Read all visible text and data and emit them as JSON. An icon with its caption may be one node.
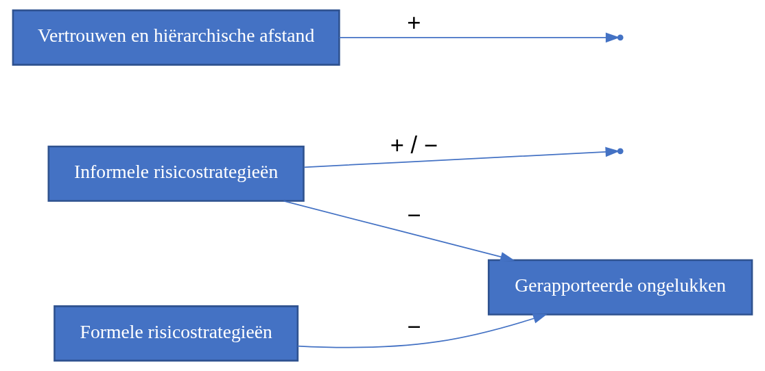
{
  "diagram": {
    "nodes": [
      {
        "text": [
          "Informele risicostrategieën"
        ]
      },
      {
        "text": [
          "Vertrouwen en hiërarchische afstand"
        ]
      },
      {
        "text": [
          "Formele risicostrategieën"
        ]
      },
      {
        "text": [
          "Gerapporteerde ongelukken"
        ]
      }
    ],
    "edges": [
      {
        "from": 1,
        "to": null,
        "arrow": "to",
        "label": "+"
      },
      {
        "from": 0,
        "to": null,
        "arrow": "to",
        "label": "+ / −"
      },
      {
        "from": 0,
        "to": 3,
        "arrow": "to",
        "label": "−"
      },
      {
        "from": 2,
        "to": 3,
        "arrow": "to",
        "label": "−"
      }
    ]
  }
}
